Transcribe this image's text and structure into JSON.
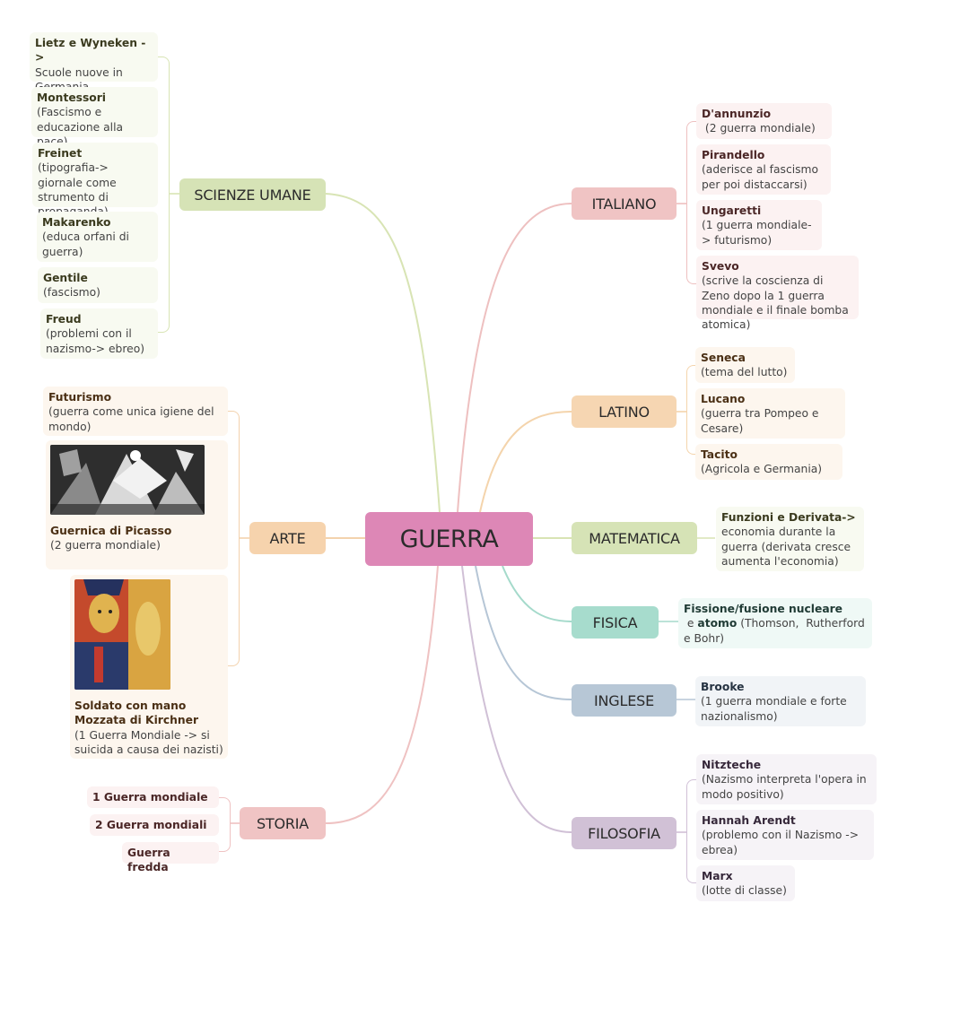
{
  "center": {
    "label": "GUERRA"
  },
  "colors": {
    "center": "#dd87b6",
    "scienze": "#d6e3b6",
    "arte": "#f6d3ad",
    "storia": "#f0c4c4",
    "italiano": "#f0c4c4",
    "latino": "#f6d6b2",
    "matematica": "#d6e3b6",
    "fisica": "#a7dccd",
    "inglese": "#b7c7d6",
    "filosofia": "#d1c1d6"
  },
  "branches": {
    "scienze_umane": {
      "label": "SCIENZE UMANE",
      "items": [
        {
          "title": "Lietz e Wyneken ->",
          "desc": "Scuole nuove in Germania"
        },
        {
          "title": "Montessori",
          "desc": "(Fascismo e educazione alla pace)"
        },
        {
          "title": "Freinet",
          "desc": "(tipografia-> giornale come strumento di propaganda)"
        },
        {
          "title": "Makarenko",
          "desc": "(educa orfani di guerra)"
        },
        {
          "title": "Gentile",
          "desc": "(fascismo)"
        },
        {
          "title": "Freud",
          "desc": "(problemi con il nazismo-> ebreo)"
        }
      ]
    },
    "arte": {
      "label": "ARTE",
      "items": [
        {
          "title": "Futurismo",
          "desc": "(guerra come unica igiene del mondo)"
        },
        {
          "title": "Guernica di Picasso",
          "desc": "(2 guerra mondiale)",
          "image": "guernica-painting"
        },
        {
          "title": "Soldato con mano Mozzata di Kirchner",
          "desc": "(1 Guerra Mondiale -> si suicida a causa dei nazisti)",
          "image": "kirchner-soldier-painting"
        }
      ]
    },
    "storia": {
      "label": "STORIA",
      "items": [
        {
          "title": "1 Guerra mondiale"
        },
        {
          "title": "2 Guerra mondiali"
        },
        {
          "title": "Guerra fredda"
        }
      ]
    },
    "italiano": {
      "label": "ITALIANO",
      "items": [
        {
          "title": "D'annunzio",
          "desc": " (2 guerra mondiale)"
        },
        {
          "title": "Pirandello",
          "desc": "(aderisce al fascismo per poi distaccarsi)"
        },
        {
          "title": "Ungaretti",
          "desc": "(1 guerra mondiale-> futurismo)"
        },
        {
          "title": "Svevo",
          "desc": "(scrive la coscienza di Zeno dopo la 1 guerra mondiale e il finale bomba atomica)"
        }
      ]
    },
    "latino": {
      "label": "LATINO",
      "items": [
        {
          "title": "Seneca",
          "desc": "(tema del lutto)"
        },
        {
          "title": "Lucano",
          "desc": "(guerra tra Pompeo e Cesare)"
        },
        {
          "title": "Tacito",
          "desc": "(Agricola e Germania)"
        }
      ]
    },
    "matematica": {
      "label": "MATEMATICA",
      "items": [
        {
          "title": "Funzioni e Derivata->",
          "desc": "economia durante la guerra (derivata cresce aumenta l'economia)"
        }
      ]
    },
    "fisica": {
      "label": "FISICA",
      "items": [
        {
          "title": "Fissione/fusione nucleare",
          "mid": " e ",
          "title2": "atomo",
          "desc": " (Thomson,  Rutherford e Bohr)"
        }
      ]
    },
    "inglese": {
      "label": "INGLESE",
      "items": [
        {
          "title": "Brooke",
          "desc": "(1 guerra mondiale e forte nazionalismo)"
        }
      ]
    },
    "filosofia": {
      "label": "FILOSOFIA",
      "items": [
        {
          "title": "Nitzteche",
          "desc": "(Nazismo interpreta l'opera in modo positivo)"
        },
        {
          "title": "Hannah Arendt",
          "desc": "(problemo con il Nazismo -> ebrea)"
        },
        {
          "title": "Marx",
          "desc": "(lotte di classe)"
        }
      ]
    }
  }
}
